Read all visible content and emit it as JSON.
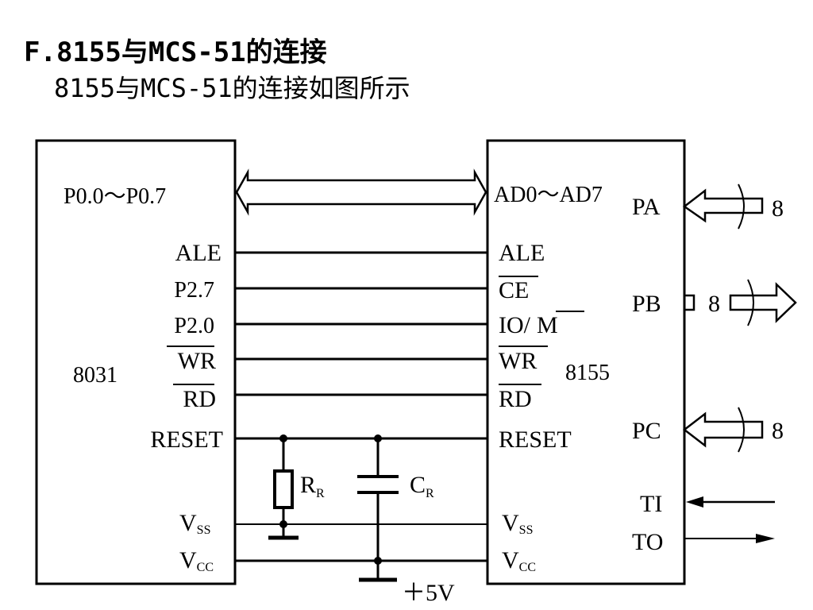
{
  "heading": {
    "title": "F.8155与MCS-51的连接",
    "subtitle": "8155与MCS-51的连接如图所示"
  },
  "diagram": {
    "chip_left": {
      "name": "8031",
      "pins": {
        "p0": "P0.0～P0.7",
        "ale": "ALE",
        "p27": "P2.7",
        "p20": "P2.0",
        "wr": "WR",
        "rd": "RD",
        "reset": "RESET",
        "vss_main": "V",
        "vss_sub": "SS",
        "vcc_main": "V",
        "vcc_sub": "CC"
      }
    },
    "chip_right": {
      "name": "8155",
      "pins": {
        "ad": "AD0～AD7",
        "ale": "ALE",
        "ce": "CE",
        "iom_io": "IO/",
        "iom_m": "M",
        "wr": "WR",
        "rd": "RD",
        "reset": "RESET",
        "vss_main": "V",
        "vss_sub": "SS",
        "vcc_main": "V",
        "vcc_sub": "CC",
        "pa": "PA",
        "pb": "PB",
        "pc": "PC",
        "ti": "TI",
        "to": "TO"
      }
    },
    "bus_widths": {
      "pa": "8",
      "pb": "8",
      "pc": "8"
    },
    "resistor": {
      "main": "R",
      "sub": "R"
    },
    "capacitor": {
      "main": "C",
      "sub": "R"
    },
    "supply": "＋5V"
  }
}
